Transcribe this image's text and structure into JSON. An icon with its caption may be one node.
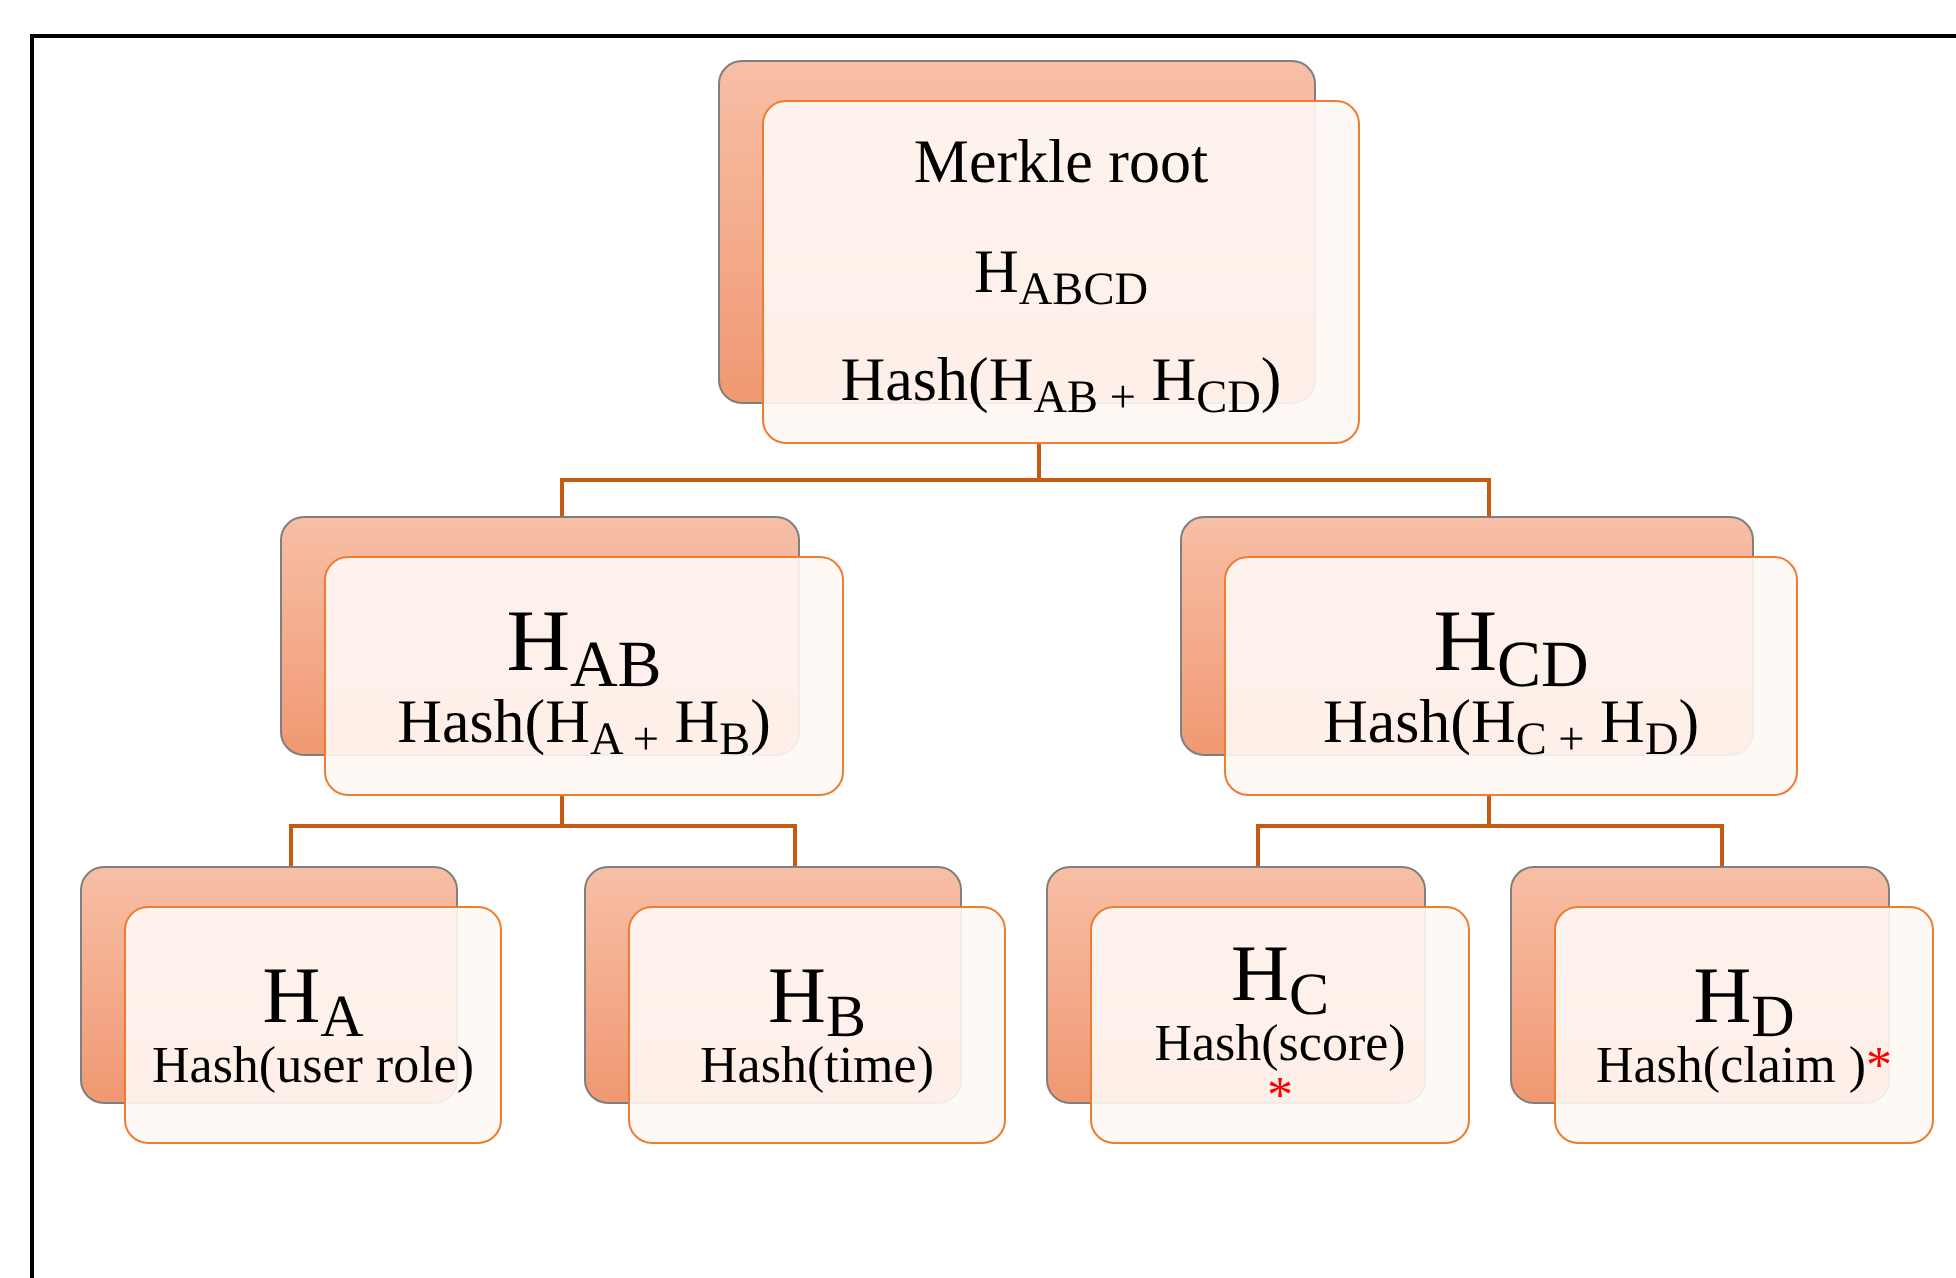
{
  "diagram": {
    "nodes": [
      {
        "text": [
          "Merkle root",
          "H$_{ABCD}$",
          "Hash(H$_{AB +}$ H$_{CD}$)"
        ]
      },
      {
        "text": [
          "H$_{AB}$",
          "Hash(H$_{A +}$ H$_{B}$)"
        ]
      },
      {
        "text": [
          "H$_{CD}$",
          "Hash(H$_{C +}$ H$_{D}$)"
        ]
      },
      {
        "text": [
          "H$_{A}$",
          "Hash(user role)"
        ]
      },
      {
        "text": [
          "H$_{B}$",
          "Hash(time)"
        ]
      },
      {
        "text": [
          "H$_{C}$",
          "Hash(score)",
          "*"
        ]
      },
      {
        "text": [
          "H$_{D}$",
          "Hash(claim )",
          "*"
        ]
      }
    ],
    "edges": [
      {
        "from": 0,
        "to": 1,
        "arrow": "none"
      },
      {
        "from": 0,
        "to": 2,
        "arrow": "none"
      },
      {
        "from": 1,
        "to": 3,
        "arrow": "none"
      },
      {
        "from": 1,
        "to": 4,
        "arrow": "none"
      },
      {
        "from": 2,
        "to": 5,
        "arrow": "none"
      },
      {
        "from": 2,
        "to": 6,
        "arrow": "none"
      }
    ]
  }
}
